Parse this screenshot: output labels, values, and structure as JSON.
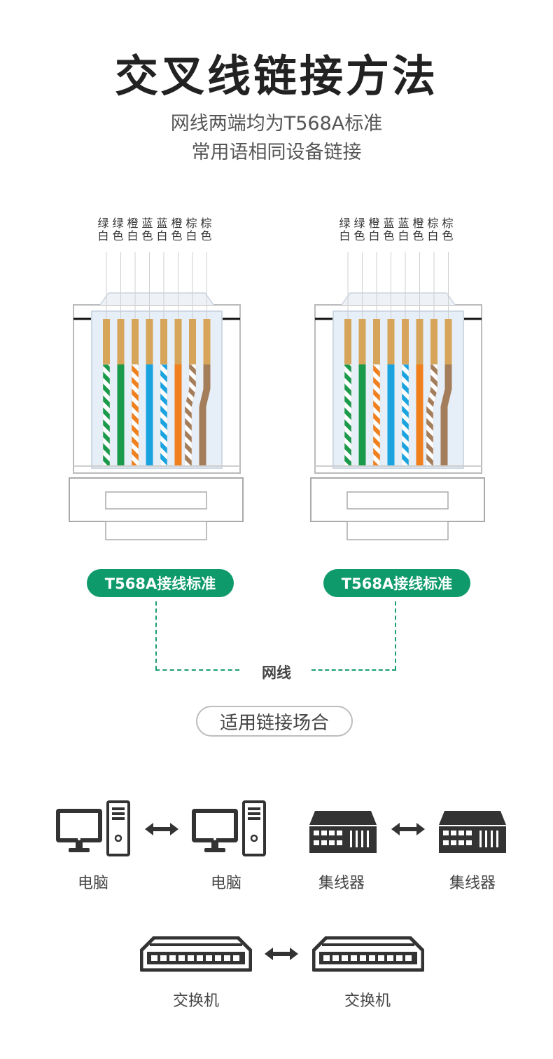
{
  "header": {
    "title": "交叉线链接方法",
    "subtitle_line1": "网线两端均为T568A标准",
    "subtitle_line2": "常用语相同设备链接"
  },
  "connectors": [
    {
      "wire_labels": [
        [
          "绿",
          "白"
        ],
        [
          "绿",
          "色"
        ],
        [
          "橙",
          "白"
        ],
        [
          "蓝",
          "色"
        ],
        [
          "蓝",
          "白"
        ],
        [
          "橙",
          "色"
        ],
        [
          "棕",
          "白"
        ],
        [
          "棕",
          "色"
        ]
      ],
      "standard_label": "T568A接线标准"
    },
    {
      "wire_labels": [
        [
          "绿",
          "白"
        ],
        [
          "绿",
          "色"
        ],
        [
          "橙",
          "白"
        ],
        [
          "蓝",
          "色"
        ],
        [
          "蓝",
          "白"
        ],
        [
          "橙",
          "色"
        ],
        [
          "棕",
          "白"
        ],
        [
          "棕",
          "色"
        ]
      ],
      "standard_label": "T568A接线标准"
    }
  ],
  "cable_label": "网线",
  "usage_title": "适用链接场合",
  "devices": {
    "pc_left": "电脑",
    "pc_right": "电脑",
    "hub_left": "集线器",
    "hub_right": "集线器",
    "switch_left": "交换机",
    "switch_right": "交换机"
  },
  "colors": {
    "accent": "#0e9a6a",
    "green": "#1a9a4a",
    "orange": "#f07f1e",
    "blue": "#1ba3e0",
    "brown": "#a47d5a",
    "copper": "#d6a55a",
    "dark_icon": "#333333"
  }
}
